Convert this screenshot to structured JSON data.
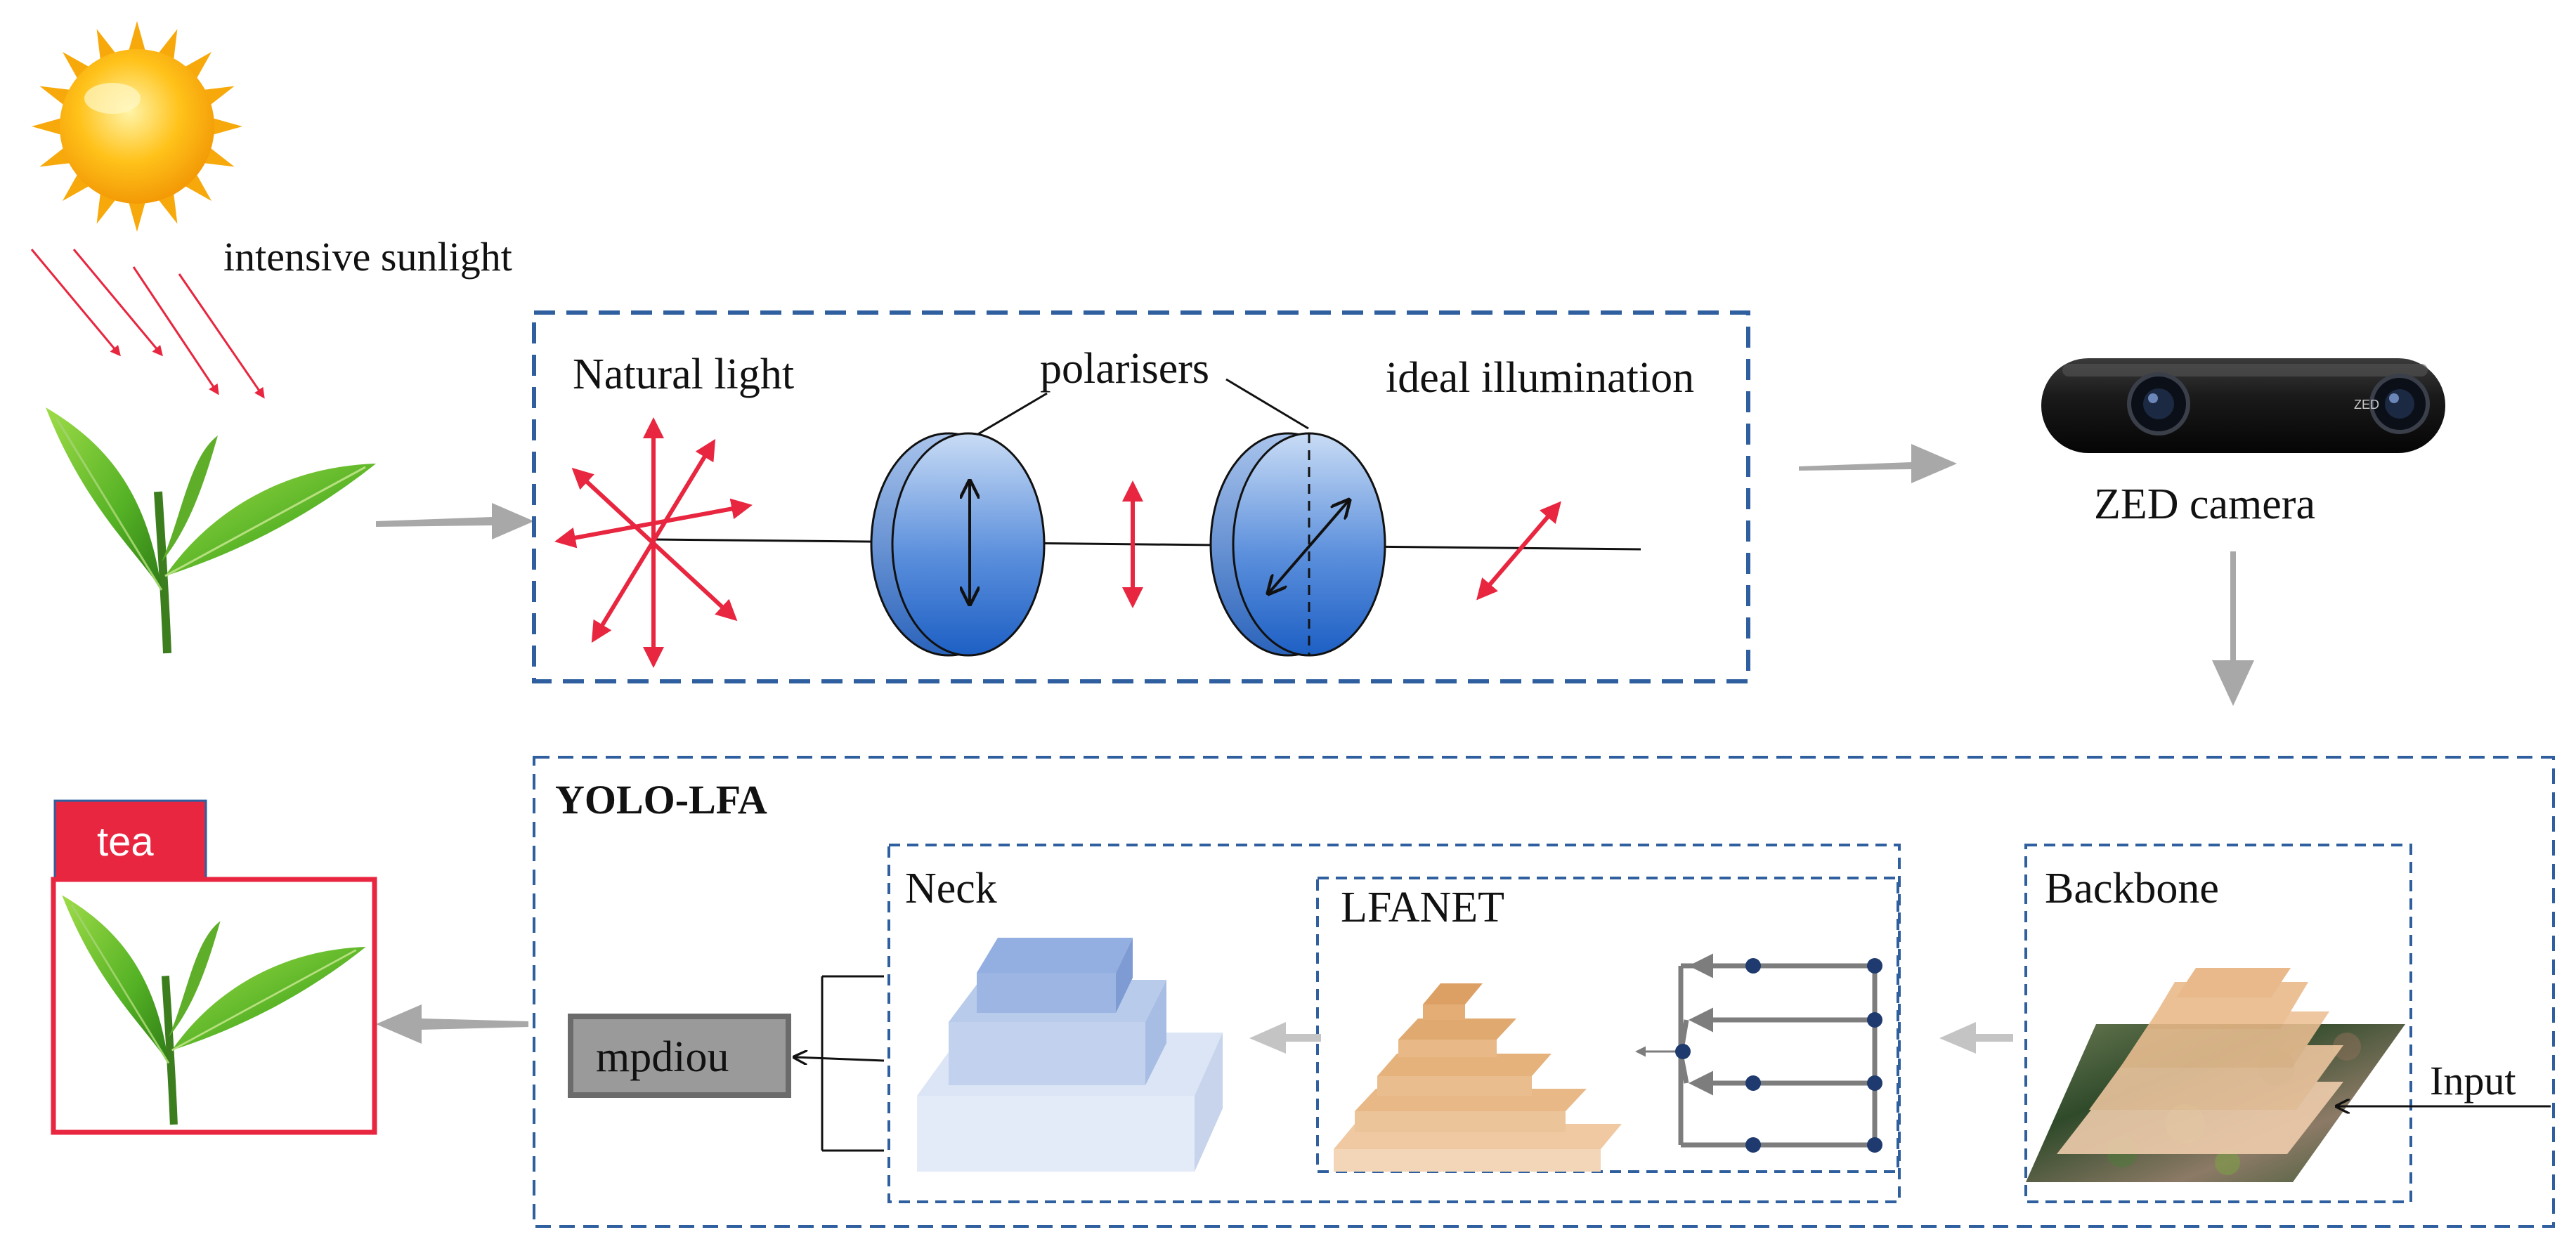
{
  "labels": {
    "sunlight": "intensive sunlight",
    "natural_light": "Natural light",
    "polarisers": "polarisers",
    "ideal_illumination": "ideal illumination",
    "camera": "ZED camera",
    "camera_logo": "ZED",
    "model": "YOLO-LFA",
    "neck": "Neck",
    "lfanet": "LFANET",
    "backbone": "Backbone",
    "input": "Input",
    "loss": "mpdiou",
    "detection_class": "tea"
  },
  "colors": {
    "frame_blue": "#2f5f9e",
    "light_arrow_red": "#e8263f",
    "flow_arrow_gray": "#a8a8a8",
    "detection_red": "#e8263f",
    "neck_blue": "#8ea9dc",
    "feature_orange": "#e6b886",
    "loss_box_gray": "#9a9a9a",
    "node_navy": "#1f3a6e"
  },
  "icons": {
    "sun": "sun-icon",
    "leaf": "tea-leaf-icon",
    "camera": "stereo-camera-icon"
  }
}
